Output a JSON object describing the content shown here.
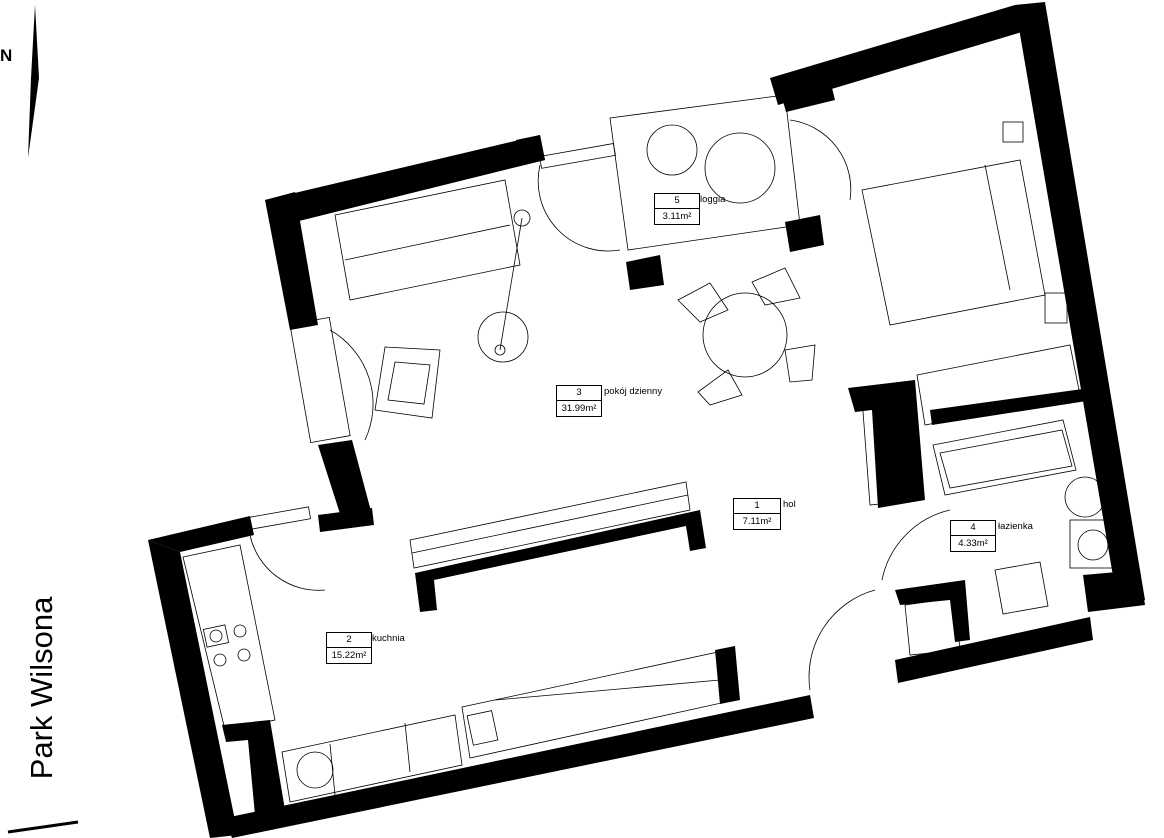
{
  "compass": {
    "letter": "N"
  },
  "street": {
    "label": "Park Wilsona"
  },
  "rooms": [
    {
      "number": "1",
      "name": "hol",
      "area": "7.11m²"
    },
    {
      "number": "2",
      "name": "kuchnia",
      "area": "15.22m²"
    },
    {
      "number": "3",
      "name": "pokój dzienny",
      "area": "31.99m²"
    },
    {
      "number": "4",
      "name": "łazienka",
      "area": "4.33m²"
    },
    {
      "number": "5",
      "name": "loggia",
      "area": "3.11m²"
    }
  ]
}
